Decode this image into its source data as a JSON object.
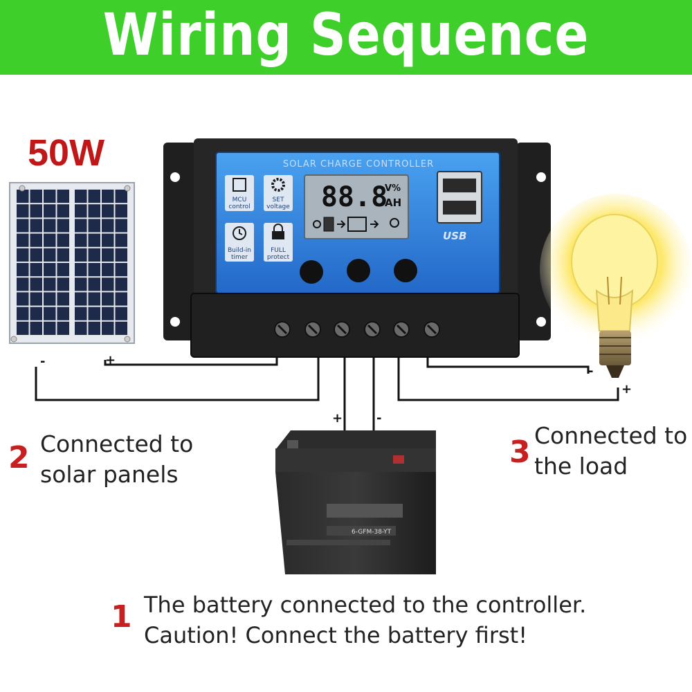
{
  "title": "Wiring Sequence",
  "panel": {
    "power": "50W",
    "minus_label": "-",
    "plus_label": "+"
  },
  "controller": {
    "header": "SOLAR CHARGE CONTROLLER",
    "display": "88.8",
    "unit_top": "V%",
    "unit_bottom": "AH",
    "usb_label": "USB",
    "features": [
      {
        "icon": "chip-icon",
        "label_1": "MCU",
        "label_2": "control"
      },
      {
        "icon": "gear-icon",
        "label_1": "SET",
        "label_2": "voltage"
      },
      {
        "icon": "clock-icon",
        "label_1": "Build-in",
        "label_2": "timer"
      },
      {
        "icon": "lock-icon",
        "label_1": "FULL",
        "label_2": "protect"
      }
    ]
  },
  "battery": {
    "model": "6-GFM-38-YT",
    "plus_label": "+",
    "minus_label": "-"
  },
  "load": {
    "minus_label": "-",
    "plus_label": "+"
  },
  "steps": [
    {
      "number": "1",
      "line_1": "The battery connected to the controller.",
      "line_2": "Caution! Connect the battery first!"
    },
    {
      "number": "2",
      "line_1": "Connected to",
      "line_2": "solar panels"
    },
    {
      "number": "3",
      "line_1": "Connected to",
      "line_2": "the load"
    }
  ],
  "colors": {
    "banner": "#3fcf2a",
    "step_number": "#c62020",
    "controller_face": "#2f86e0",
    "wire": "#111111"
  }
}
